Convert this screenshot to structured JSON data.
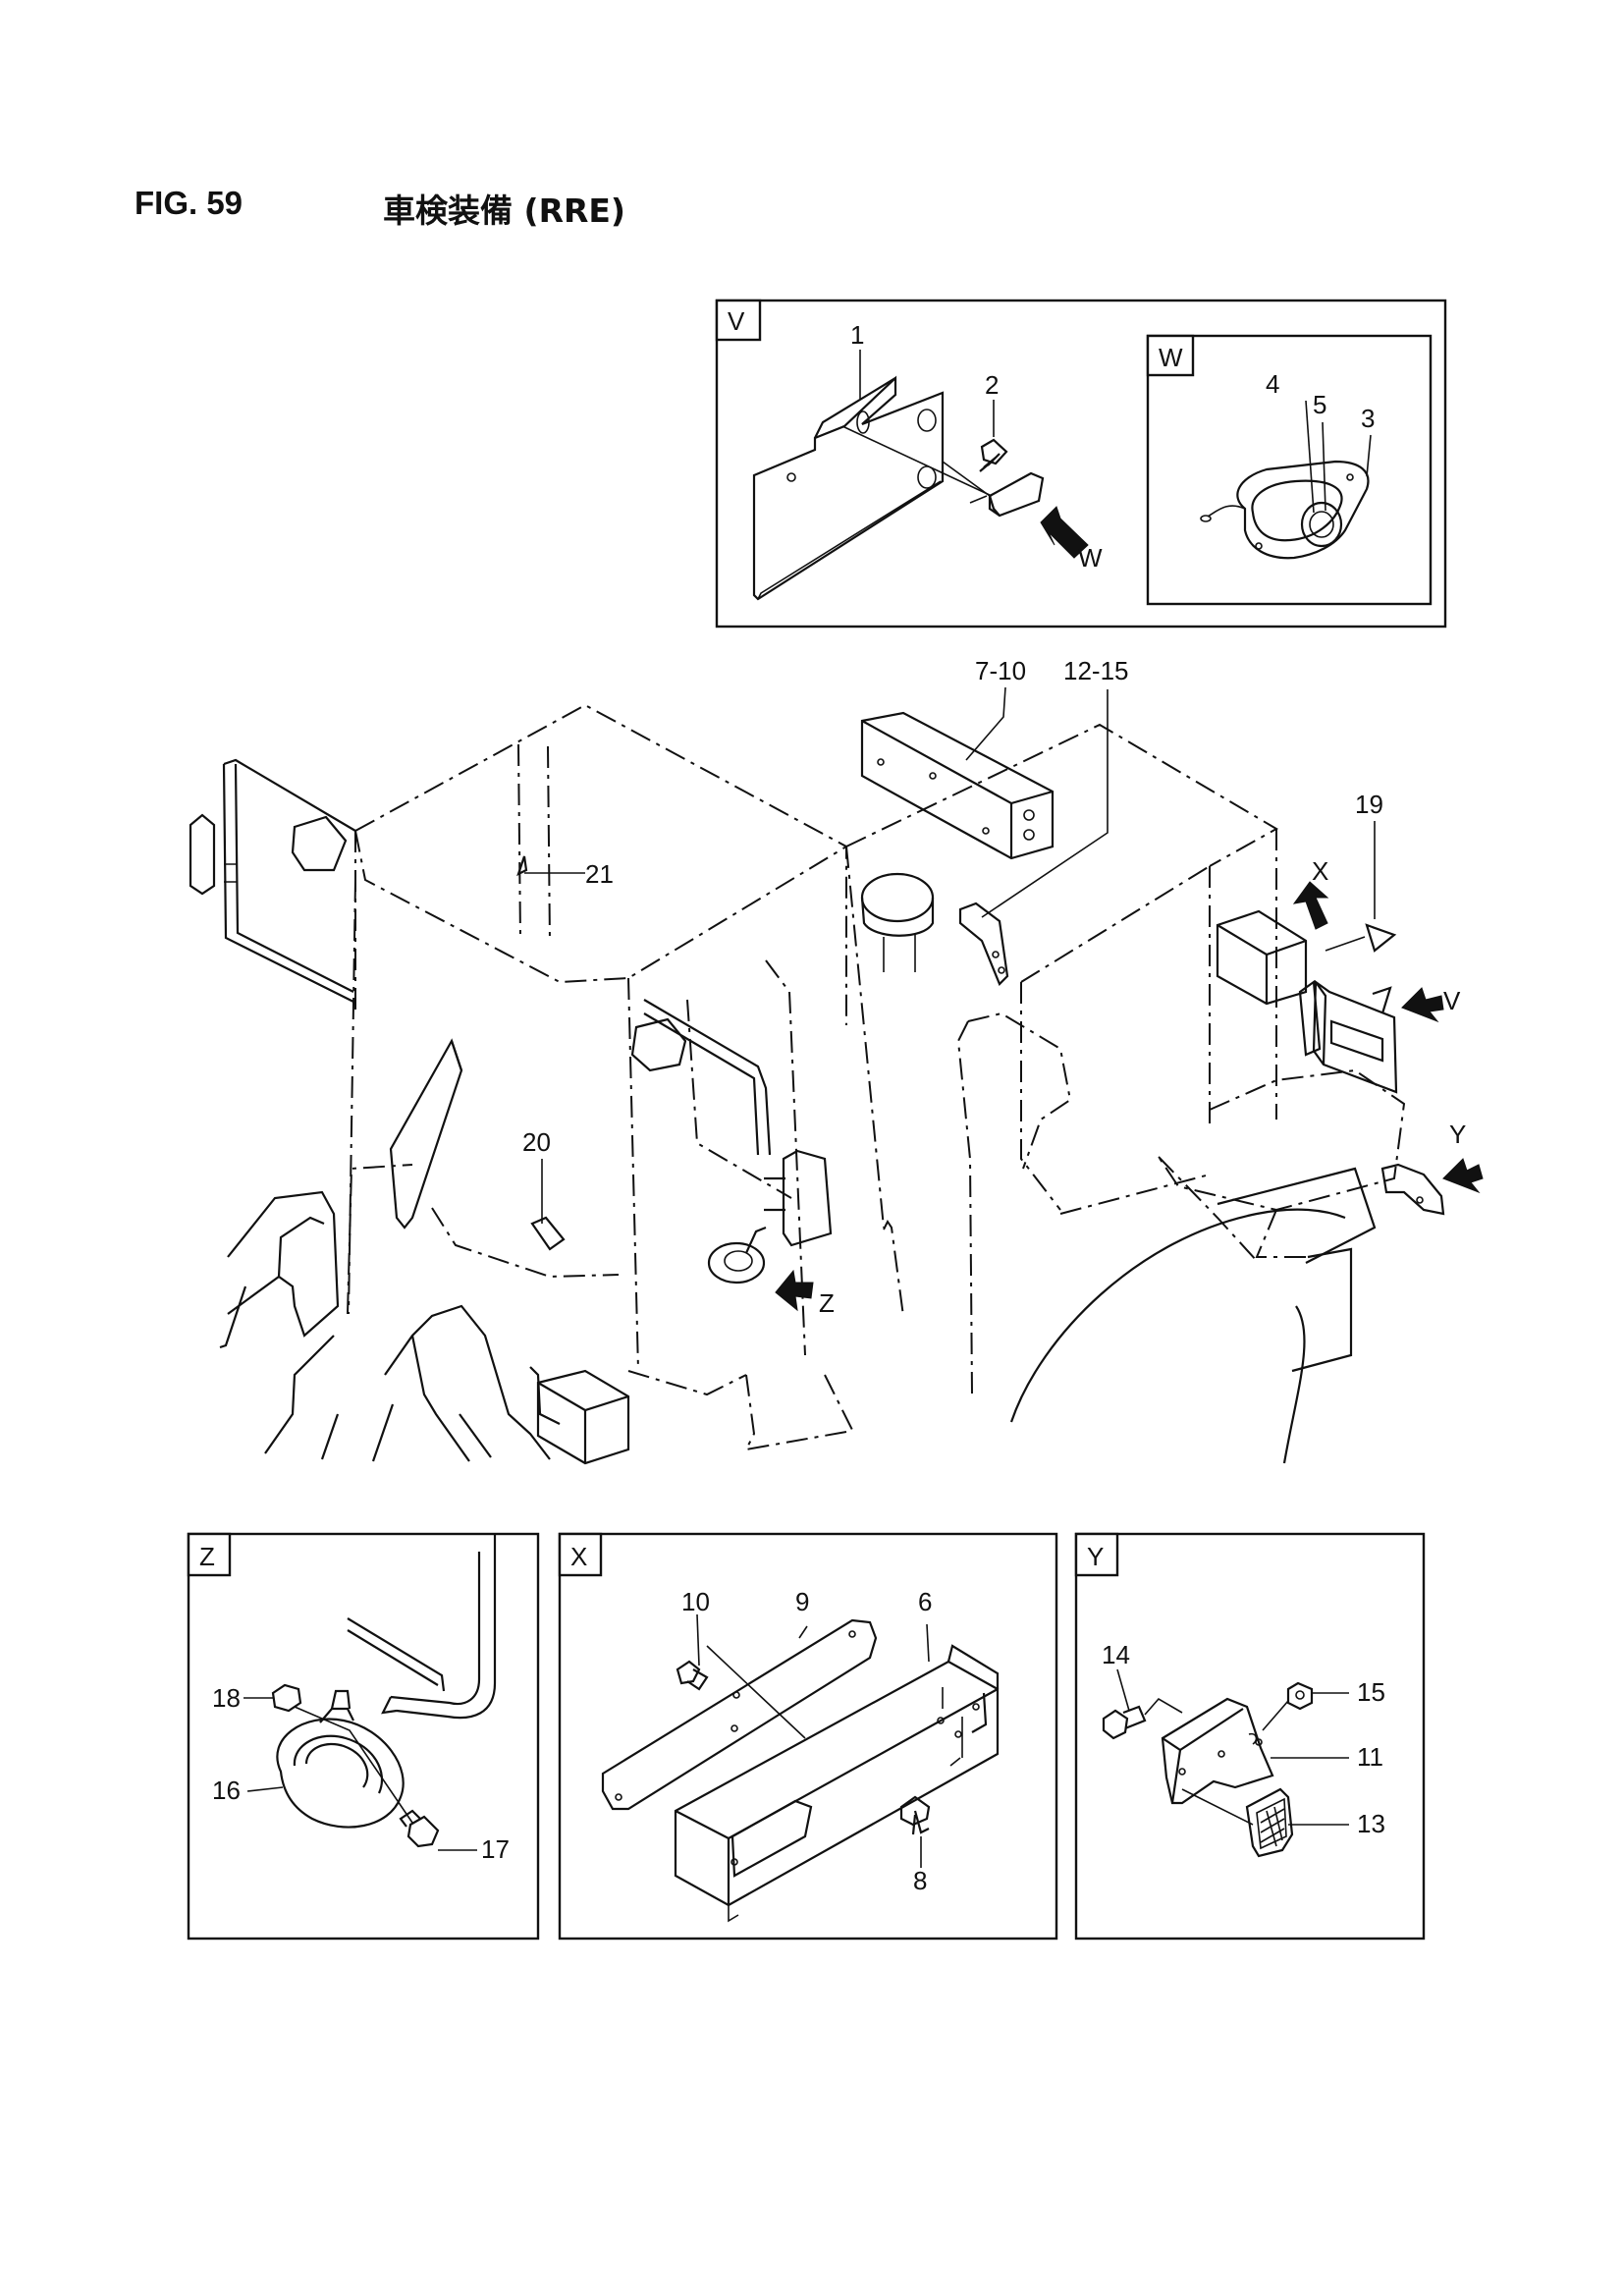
{
  "figure": {
    "number": "FIG. 59",
    "title": "車検装備 (RRE)"
  },
  "views": {
    "V": {
      "letter": "V"
    },
    "W": {
      "letter": "W"
    },
    "X": {
      "letter": "X"
    },
    "Y": {
      "letter": "Y"
    },
    "Z": {
      "letter": "Z"
    }
  },
  "callouts": {
    "p1": "1",
    "p2": "2",
    "p3": "3",
    "p4": "4",
    "p5": "5",
    "p6": "6",
    "p8": "8",
    "p9": "9",
    "p10": "10",
    "p11": "11",
    "p13": "13",
    "p14": "14",
    "p15": "15",
    "p16": "16",
    "p17": "17",
    "p18": "18",
    "p19": "19",
    "p20": "20",
    "p21": "21",
    "p7_10": "7-10",
    "p12_15": "12-15"
  },
  "arrow_refs": {
    "W": "W",
    "X": "X",
    "V": "V",
    "Y": "Y",
    "Z": "Z"
  }
}
